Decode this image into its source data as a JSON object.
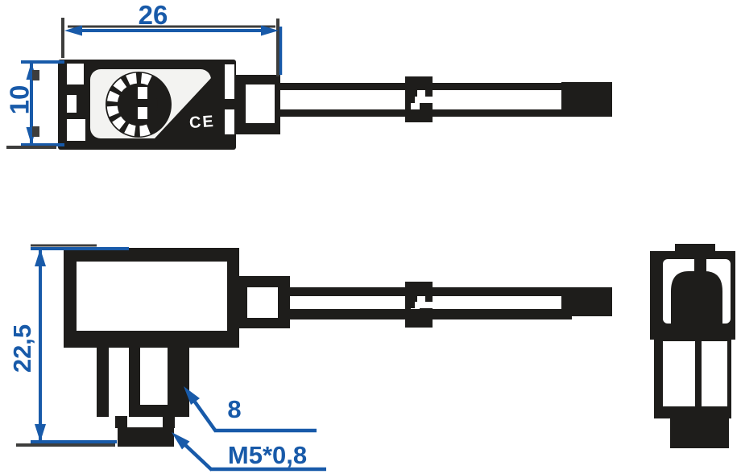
{
  "drawing": {
    "dim_length_top": "26",
    "dim_height_top": "10",
    "dim_height_side": "22,5",
    "callout_nut_size": "8",
    "callout_thread": "M5*0,8",
    "ce_mark": "CE"
  },
  "colors": {
    "accent_blue": "#185AA9",
    "ink_black": "#1E1D1B",
    "shadow_gray": "#3D3D3C",
    "label_fill": "#F3F3F1"
  }
}
